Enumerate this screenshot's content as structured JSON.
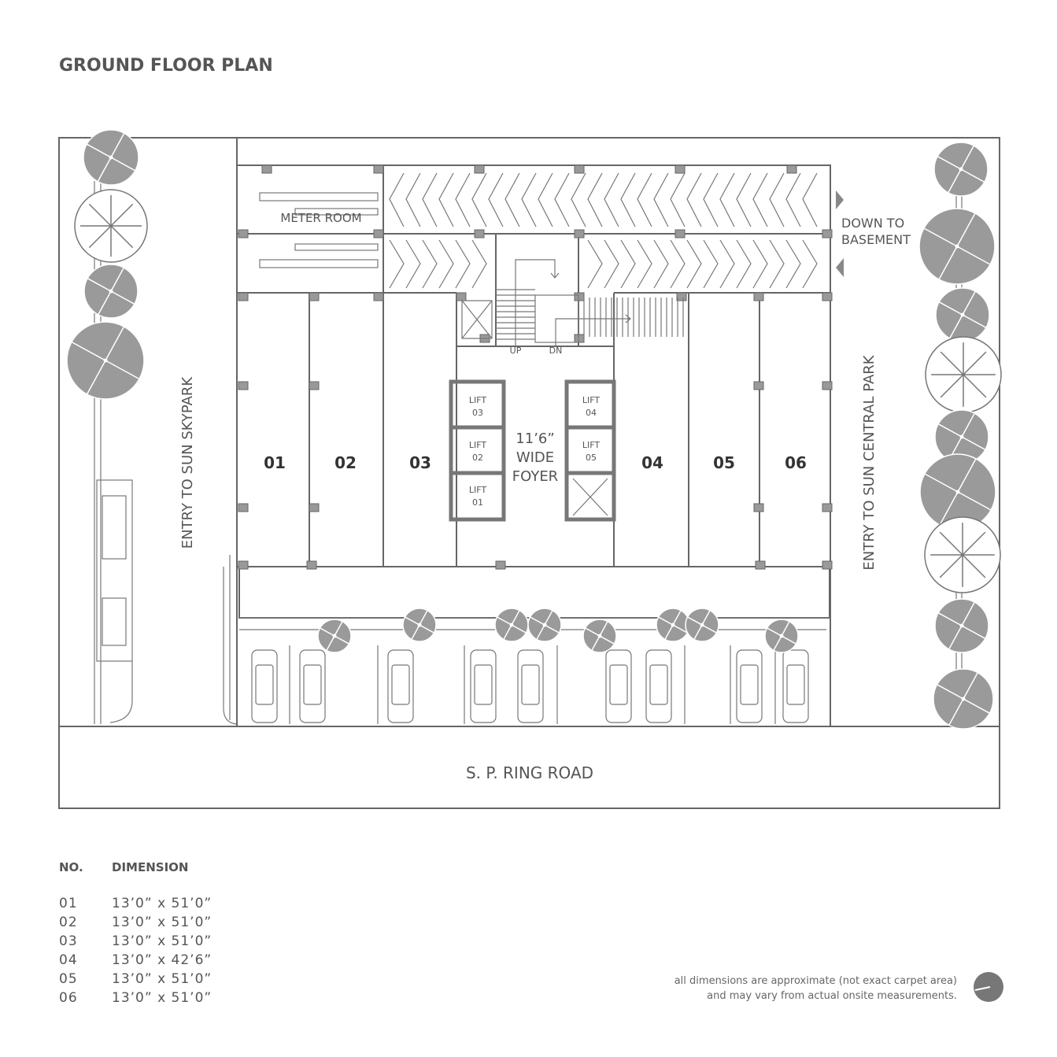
{
  "title": "GROUND FLOOR PLAN",
  "plan": {
    "meter_room": "METER ROOM",
    "down_to_basement": [
      "DOWN TO",
      "BASEMENT"
    ],
    "stairs": {
      "up": "UP",
      "dn": "DN"
    },
    "foyer": [
      "11’6”",
      "WIDE",
      "FOYER"
    ],
    "lifts": [
      {
        "label": "LIFT",
        "no": "03"
      },
      {
        "label": "LIFT",
        "no": "02"
      },
      {
        "label": "LIFT",
        "no": "01"
      },
      {
        "label": "LIFT",
        "no": "04"
      },
      {
        "label": "LIFT",
        "no": "05"
      }
    ],
    "shops": [
      "01",
      "02",
      "03",
      "04",
      "05",
      "06"
    ],
    "entry_left": "ENTRY TO SUN SKYPARK",
    "entry_right": "ENTRY TO SUN CENTRAL PARK",
    "road": "S. P. RING ROAD"
  },
  "table": {
    "headers": [
      "NO.",
      "DIMENSION"
    ],
    "rows": [
      [
        "01",
        "13’0” x 51’0”"
      ],
      [
        "02",
        "13’0” x 51’0”"
      ],
      [
        "03",
        "13’0” x 51’0”"
      ],
      [
        "04",
        "13’0” x 42’6”"
      ],
      [
        "05",
        "13’0” x 51’0”"
      ],
      [
        "06",
        "13’0” x 51’0”"
      ]
    ]
  },
  "note": [
    "all dimensions are approximate (not exact carpet area)",
    "and may vary from actual onsite measurements."
  ],
  "colors": {
    "line": "#666666",
    "tree": "#9a9a9a",
    "text": "#555555"
  }
}
